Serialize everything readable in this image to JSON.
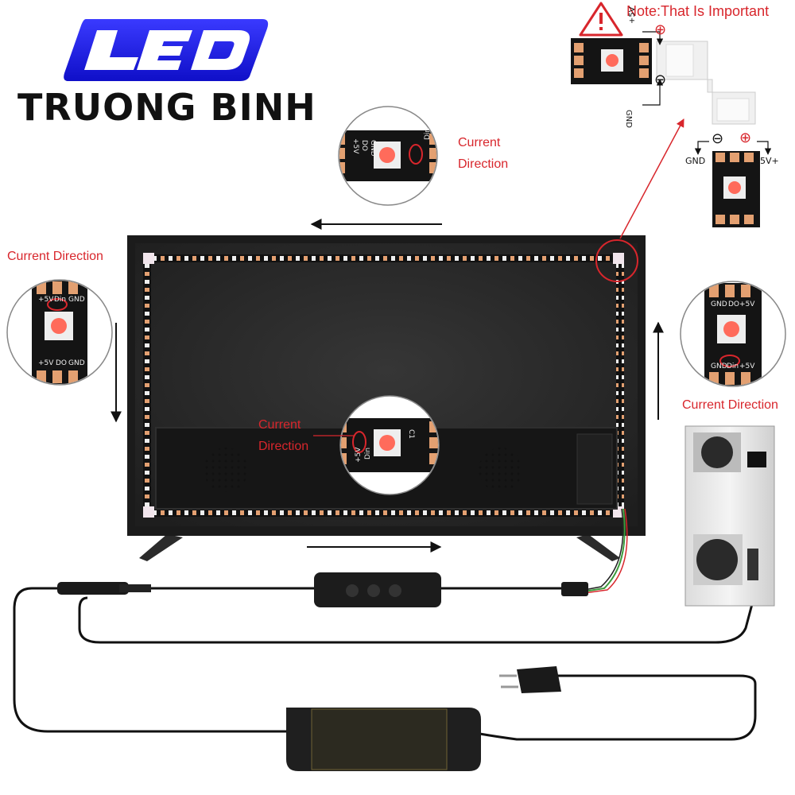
{
  "brand": {
    "logo_text": "LED",
    "name": "TRUONG BINH",
    "logo_color": "#1a1ae6"
  },
  "note": {
    "text": "Note:That Is Important",
    "plus_symbol": "⊕",
    "minus_symbol": "⊖",
    "pin_plus5v": "+5V",
    "pin_gnd": "GND",
    "pin_gnd_lower": "GND",
    "pin_5vplus": "5V+"
  },
  "labels": {
    "top": [
      "Current",
      "Direction"
    ],
    "left": "Current Direction",
    "right": "Current Direction",
    "center": [
      "Current",
      "Direction"
    ]
  },
  "chip_pins": {
    "plus5v": "+5V",
    "din": "Din",
    "do": "DO",
    "gnd": "GND",
    "c1": "C1"
  },
  "colors": {
    "accent_red": "#d8262c",
    "tv_frame": "#1b1b1b",
    "tv_screen": "#262626",
    "strip_pad": "#e3a071",
    "pcb": "#1a1a1a",
    "cable": "#111111"
  }
}
